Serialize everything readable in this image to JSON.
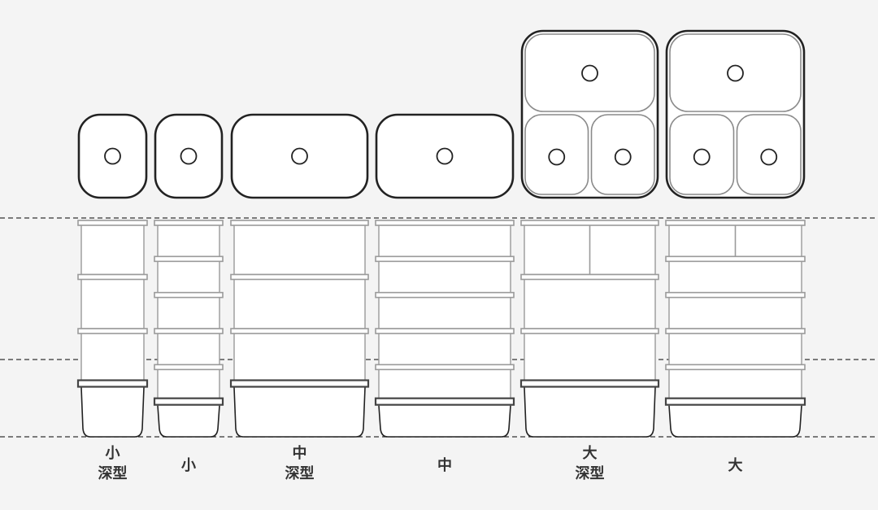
{
  "diagram": {
    "colors": {
      "background": "#f4f4f4",
      "outline": "#222222",
      "inner_outline": "#8a8a8a",
      "container_line": "#9a9a9a",
      "lid_band": "#444444",
      "guide_line": "#333333",
      "label": "#333333"
    },
    "groups": [
      {
        "id": "small-deep",
        "label_lines": [
          "小",
          "深型"
        ],
        "lid_compartments": 1,
        "stack_levels": 4
      },
      {
        "id": "small",
        "label_lines": [
          "小"
        ],
        "lid_compartments": 1,
        "stack_levels": 6
      },
      {
        "id": "medium-deep",
        "label_lines": [
          "中",
          "深型"
        ],
        "lid_compartments": 1,
        "stack_levels": 4
      },
      {
        "id": "medium",
        "label_lines": [
          "中"
        ],
        "lid_compartments": 1,
        "stack_levels": 6
      },
      {
        "id": "large-deep",
        "label_lines": [
          "大",
          "深型"
        ],
        "lid_compartments": 3,
        "stack_levels": 4
      },
      {
        "id": "large",
        "label_lines": [
          "大"
        ],
        "lid_compartments": 3,
        "stack_levels": 6
      }
    ]
  }
}
